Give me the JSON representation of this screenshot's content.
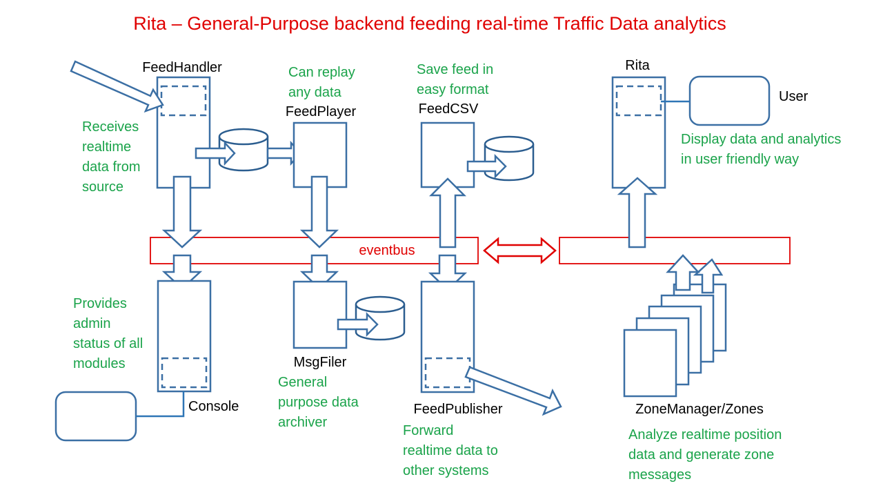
{
  "title": "Rita – General-Purpose backend feeding real-time Traffic Data analytics",
  "colors": {
    "title": "#e00000",
    "module_border": "#3b6fa4",
    "description_text": "#1aa34a",
    "eventbus": "#e00000"
  },
  "eventbus": {
    "label": "eventbus"
  },
  "modules": {
    "feedhandler": {
      "name": "FeedHandler",
      "description": [
        "Receives",
        "realtime",
        "data from",
        "source"
      ]
    },
    "feedplayer": {
      "name": "FeedPlayer",
      "description": [
        "Can replay",
        "any data"
      ]
    },
    "feedcsv": {
      "name": "FeedCSV",
      "description": [
        "Save feed in",
        "easy format"
      ]
    },
    "rita": {
      "name": "Rita",
      "description": [
        "Display data and analytics",
        "in user friendly way"
      ]
    },
    "user": {
      "name": "User"
    },
    "console": {
      "name": "Console",
      "description": [
        "Provides",
        "admin",
        "status of all",
        "modules"
      ]
    },
    "msgfiler": {
      "name": "MsgFiler",
      "description": [
        "General",
        "purpose data",
        "archiver"
      ]
    },
    "feedpublisher": {
      "name": "FeedPublisher",
      "description": [
        "Forward",
        "realtime data to",
        "other systems"
      ]
    },
    "zonemanager": {
      "name": "ZoneManager/Zones",
      "description": [
        "Analyze realtime position",
        "data and generate zone",
        "messages"
      ]
    }
  }
}
